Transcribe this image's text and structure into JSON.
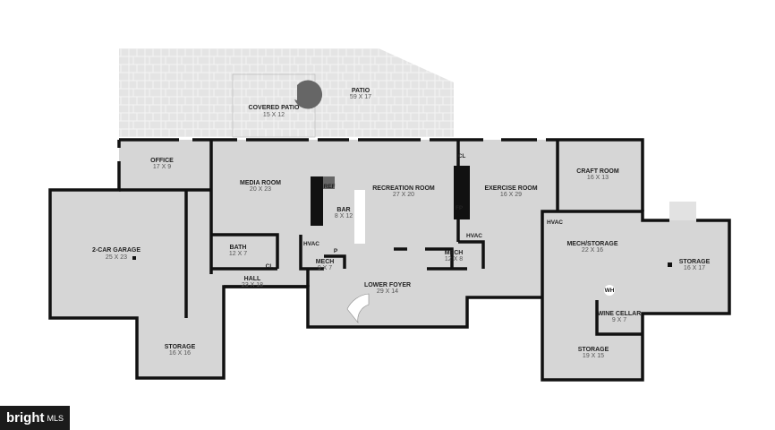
{
  "rooms": {
    "covered_patio": {
      "name": "COVERED PATIO",
      "dim": "15 X 12"
    },
    "patio": {
      "name": "PATIO",
      "dim": "59 X 17"
    },
    "office": {
      "name": "OFFICE",
      "dim": "17 X 9"
    },
    "media_room": {
      "name": "MEDIA ROOM",
      "dim": "20 X 23"
    },
    "recreation_room": {
      "name": "RECREATION ROOM",
      "dim": "27 X 20"
    },
    "bar": {
      "name": "BAR",
      "dim": "8 X 12"
    },
    "exercise_room": {
      "name": "EXERCISE ROOM",
      "dim": "16 X 29"
    },
    "craft_room": {
      "name": "CRAFT ROOM",
      "dim": "16 X 13"
    },
    "garage": {
      "name": "2-CAR GARAGE",
      "dim": "25 X 23"
    },
    "bath": {
      "name": "BATH",
      "dim": "12 X 7"
    },
    "mech_small": {
      "name": "MECH",
      "dim": "9 X 7"
    },
    "mech": {
      "name": "MECH",
      "dim": "12 X 8"
    },
    "hall": {
      "name": "HALL",
      "dim": "23 X 18"
    },
    "lower_foyer": {
      "name": "LOWER FOYER",
      "dim": "29 X 14"
    },
    "mech_storage": {
      "name": "MECH/STORAGE",
      "dim": "22 X 16"
    },
    "storage_right": {
      "name": "STORAGE",
      "dim": "16 X 17"
    },
    "wine_cellar": {
      "name": "WINE CELLAR",
      "dim": "9 X 7"
    },
    "storage_bottom": {
      "name": "STORAGE",
      "dim": "19 X 15"
    },
    "storage_left": {
      "name": "STORAGE",
      "dim": "16 X 16"
    }
  },
  "tags": {
    "ref": "REF",
    "p": "P",
    "cl": "CL",
    "fp": "FP",
    "hvac": "HVAC",
    "wh": "WH"
  },
  "logo": {
    "brand": "bright",
    "suffix": "MLS"
  }
}
